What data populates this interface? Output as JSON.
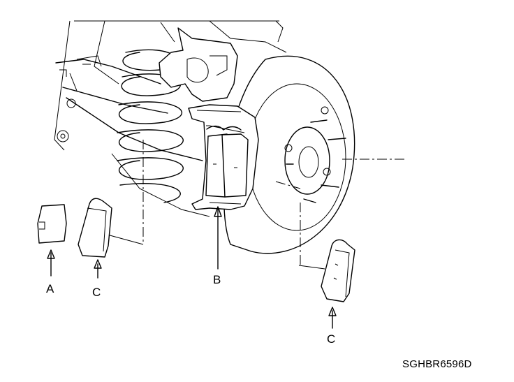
{
  "labels": {
    "a": "A",
    "b": "B",
    "c_left": "C",
    "c_right": "C"
  },
  "figure_code": "SGHBR6596D"
}
